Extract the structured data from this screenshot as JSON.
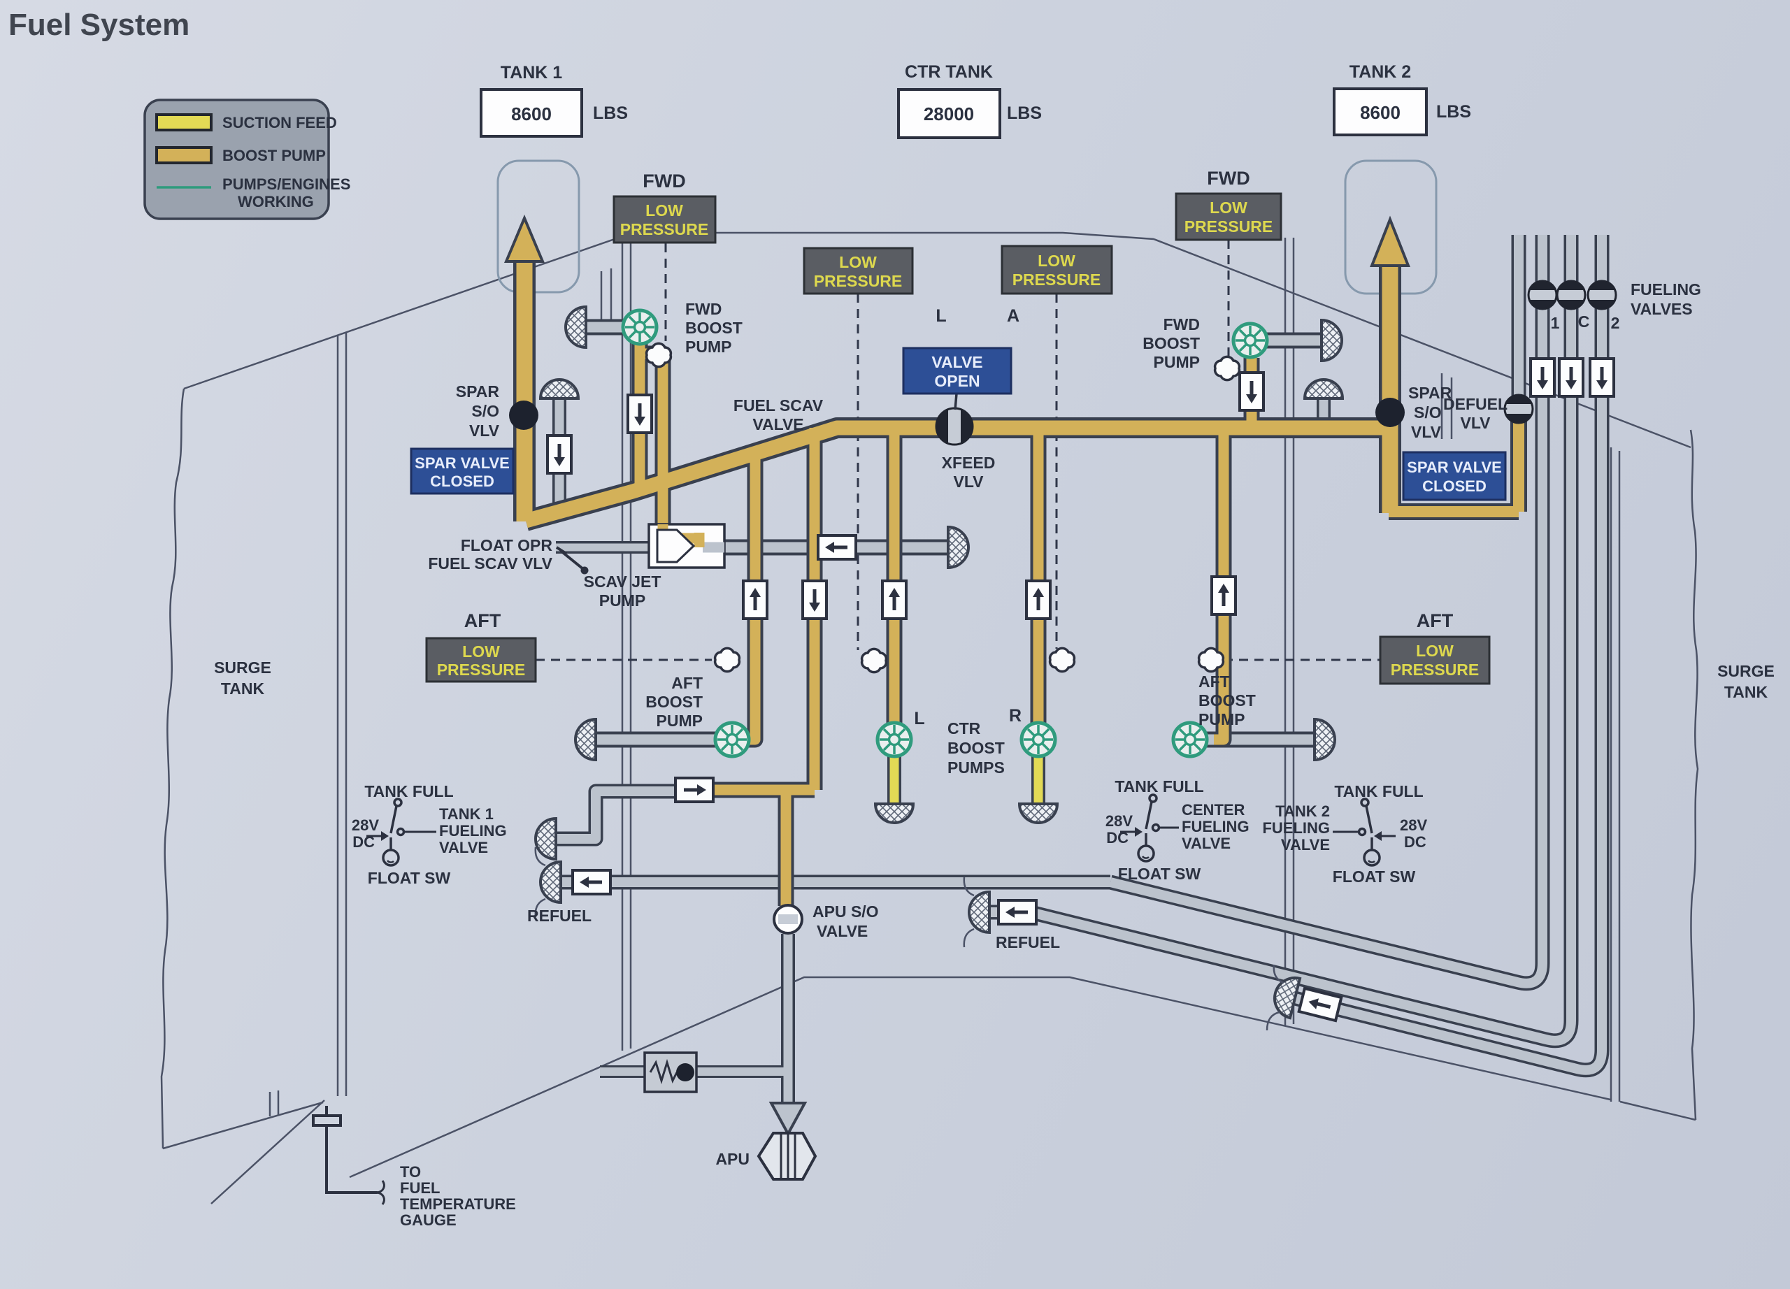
{
  "title": "Fuel System",
  "legend": {
    "suction": "SUCTION FEED",
    "boost": "BOOST PUMP",
    "working1": "PUMPS/ENGINES",
    "working2": "WORKING"
  },
  "tank1": {
    "name": "TANK 1",
    "qty": "8600",
    "unit": "LBS"
  },
  "ctr": {
    "name": "CTR TANK",
    "qty": "28000",
    "unit": "LBS"
  },
  "tank2": {
    "name": "TANK 2",
    "qty": "8600",
    "unit": "LBS"
  },
  "lp": {
    "a": "LOW",
    "b": "PRESSURE"
  },
  "dir": {
    "fwd": "FWD",
    "aft": "AFT"
  },
  "ltr": {
    "l": "L",
    "a": "A",
    "r": "R",
    "n1": "1",
    "c": "C",
    "n2": "2"
  },
  "valve_open": {
    "a": "VALVE",
    "b": "OPEN"
  },
  "xfeed": {
    "a": "XFEED",
    "b": "VLV"
  },
  "spar": {
    "a": "SPAR",
    "b": "S/O",
    "c": "VLV"
  },
  "sparclosed": {
    "a": "SPAR VALVE",
    "b": "CLOSED"
  },
  "defuel": {
    "a": "DEFUEL",
    "b": "VLV"
  },
  "fvalves": {
    "a": "FUELING",
    "b": "VALVES"
  },
  "fwdboost": {
    "a": "FWD",
    "b": "BOOST",
    "c": "PUMP"
  },
  "aftboost": {
    "a": "AFT",
    "b": "BOOST",
    "c": "PUMP"
  },
  "ctrboost": {
    "a": "CTR",
    "b": "BOOST",
    "c": "PUMPS"
  },
  "fuelscav": {
    "a": "FUEL SCAV",
    "b": "VALVE"
  },
  "floatopr": {
    "a": "FLOAT OPR",
    "b": "FUEL SCAV VLV"
  },
  "scavjet": {
    "a": "SCAV JET",
    "b": "PUMP"
  },
  "surge": {
    "a": "SURGE",
    "b": "TANK"
  },
  "tankfull": "TANK FULL",
  "floatsw": "FLOAT SW",
  "v28": "28V",
  "dc": "DC",
  "t1v": {
    "a": "TANK 1",
    "b": "FUELING",
    "c": "VALVE"
  },
  "cv": {
    "a": "CENTER",
    "b": "FUELING",
    "c": "VALVE"
  },
  "t2v": {
    "a": "TANK 2",
    "b": "FUELING",
    "c": "VALVE"
  },
  "refuel": "REFUEL",
  "apu": {
    "soa": "APU S/O",
    "sob": "VALVE",
    "label": "APU"
  },
  "temp": {
    "a": "TO",
    "b": "FUEL",
    "c": "TEMPERATURE",
    "d": "GAUGE"
  },
  "colors": {
    "suction_feed": "#e3da55",
    "boost_pump": "#d3b159",
    "pumps_working": "#2f9b7d",
    "annunciator_bg": "#5a5d63",
    "annunciator_text": "#ddd84e",
    "status_blue": "#2d4f96",
    "pipe_gray": "#bcc3cd",
    "outline": "#39404f"
  }
}
